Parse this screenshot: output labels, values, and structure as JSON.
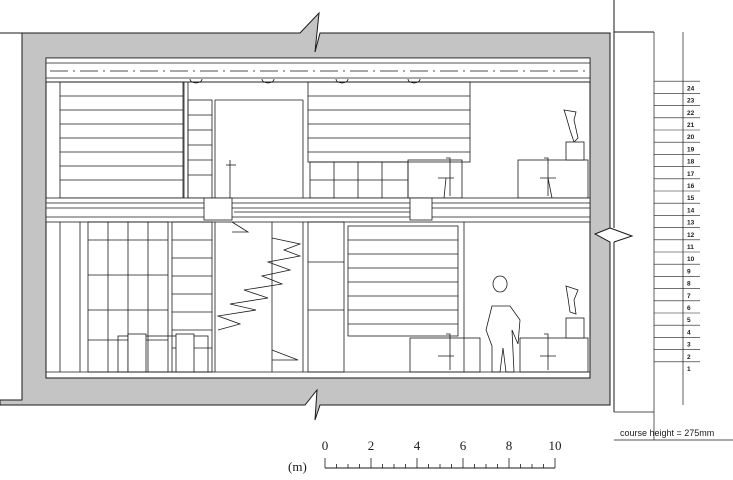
{
  "scale_bar": {
    "unit_label": "(m)",
    "ticks": [
      "0",
      "2",
      "4",
      "6",
      "8",
      "10"
    ]
  },
  "courses": {
    "labels": [
      "1",
      "2",
      "3",
      "4",
      "5",
      "6",
      "7",
      "8",
      "9",
      "10",
      "11",
      "12",
      "13",
      "14",
      "15",
      "16",
      "17",
      "18",
      "19",
      "20",
      "21",
      "22",
      "23",
      "24"
    ],
    "note": "course height = 275mm"
  },
  "colors": {
    "wall": "#c4c4c4",
    "line": "#1a1a1a",
    "background": "#ffffff"
  }
}
